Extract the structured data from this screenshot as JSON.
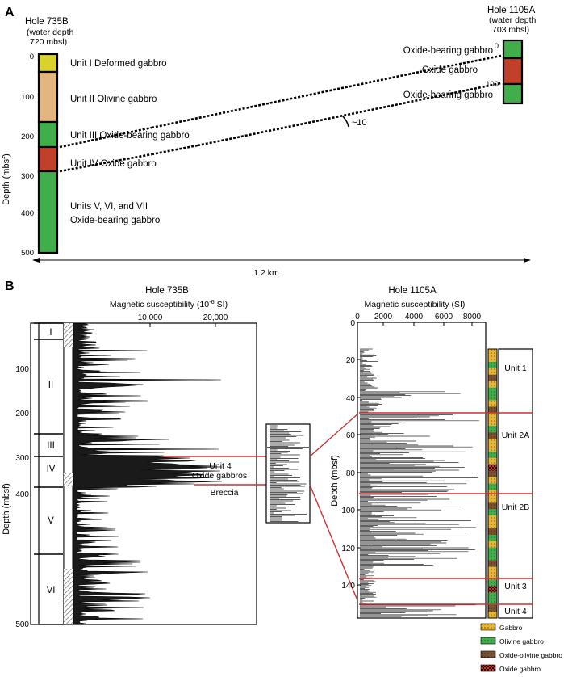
{
  "panel_a": {
    "letter": "A",
    "hole_735b": {
      "name": "Hole 735B",
      "water_depth_lines": [
        "(water depth",
        "720 mbsl)"
      ],
      "depth_axis_label": "Depth (mbsf)",
      "depth_ticks": [
        "0",
        "100",
        "200",
        "300",
        "400",
        "500"
      ],
      "units": [
        {
          "label": "Unit I Deformed gabbro",
          "color": "#d7d22c",
          "from_mbsf": 0,
          "to_mbsf": 40
        },
        {
          "label": "Unit II Olivine gabbro",
          "color": "#e3b57f",
          "from_mbsf": 40,
          "to_mbsf": 170
        },
        {
          "label": "Unit III Oxide-bearing gabbro",
          "color": "#3fae4b",
          "from_mbsf": 170,
          "to_mbsf": 225
        },
        {
          "label": "Unit IV Oxide gabbro",
          "color": "#c2402a",
          "from_mbsf": 225,
          "to_mbsf": 285
        },
        {
          "label": "Units V, VI, and VII",
          "label2": "Oxide-bearing gabbro",
          "color": "#3fae4b",
          "from_mbsf": 285,
          "to_mbsf": 500
        }
      ]
    },
    "hole_1105a": {
      "name": "Hole 1105A",
      "water_depth_lines": [
        "(water depth",
        "703 mbsl)"
      ],
      "depth_ticks": [
        "0",
        "100"
      ],
      "units": [
        {
          "label": "Oxide-bearing gabbro",
          "color": "#3fae4b"
        },
        {
          "label": "Oxide gabbro",
          "color": "#c2402a"
        },
        {
          "label": "Oxide-bearing gabbro",
          "color": "#3fae4b"
        }
      ]
    },
    "dip_label": "~10",
    "distance_label": "1.2 km"
  },
  "panel_b": {
    "letter": "B",
    "hole_735b": {
      "title": "Hole 735B",
      "axis_title": "Magnetic susceptibility (10",
      "axis_title_exp": "-6",
      "axis_title_tail": " SI)",
      "x_ticks": [
        "10,000",
        "20,000"
      ],
      "y_label": "Depth (mbsf)",
      "y_ticks": [
        "100",
        "200",
        "300",
        "400",
        "500"
      ],
      "units": [
        "I",
        "II",
        "III",
        "IV",
        "V",
        "VI"
      ],
      "annotations": [
        "Unit 4",
        "Oxide gabbros",
        "Breccia"
      ]
    },
    "hole_1105a": {
      "title": "Hole 1105A",
      "axis_title": "Magnetic susceptibility (SI)",
      "x_ticks": [
        "0",
        "2000",
        "4000",
        "6000",
        "8000"
      ],
      "y_label": "Depth (mbsf)",
      "y_ticks": [
        "0",
        "20",
        "40",
        "60",
        "80",
        "100",
        "120",
        "140"
      ],
      "units": [
        "Unit 1",
        "Unit 2A",
        "Unit 2B",
        "Unit 3",
        "Unit 4"
      ]
    },
    "legend": [
      {
        "label": "Gabbro",
        "color": "#e8b632",
        "pattern": "dots"
      },
      {
        "label": "Olivine gabbro",
        "color": "#3fae4b",
        "pattern": "dots"
      },
      {
        "label": "Oxide-olivine gabbro",
        "color": "#7a5230",
        "pattern": "dots"
      },
      {
        "label": "Oxide gabbro",
        "color": "#c0392b",
        "pattern": "check"
      }
    ]
  }
}
